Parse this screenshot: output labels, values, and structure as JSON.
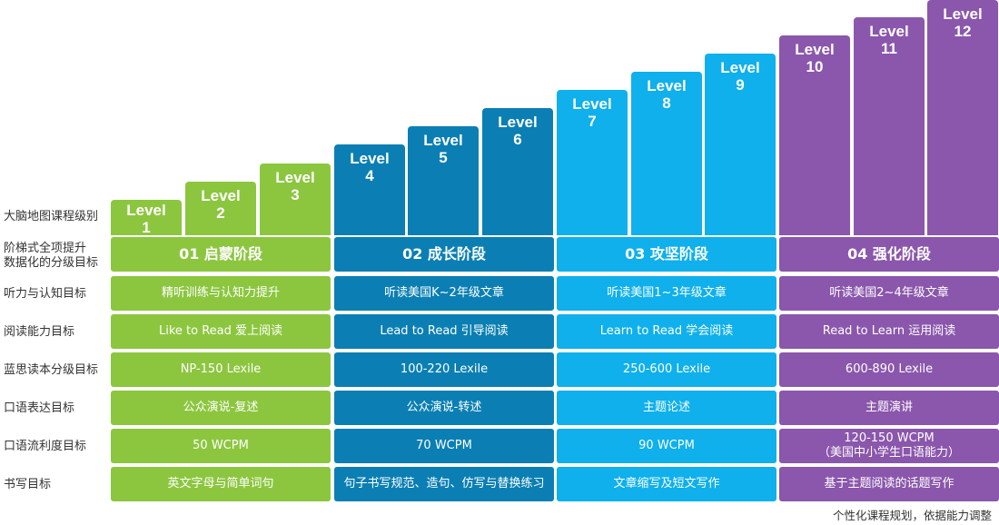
{
  "levels": [
    {
      "word": "Level",
      "num": "1"
    },
    {
      "word": "Level",
      "num": "2"
    },
    {
      "word": "Level",
      "num": "3"
    },
    {
      "word": "Level",
      "num": "4"
    },
    {
      "word": "Level",
      "num": "5"
    },
    {
      "word": "Level",
      "num": "6"
    },
    {
      "word": "Level",
      "num": "7"
    },
    {
      "word": "Level",
      "num": "8"
    },
    {
      "word": "Level",
      "num": "9"
    },
    {
      "word": "Level",
      "num": "10"
    },
    {
      "word": "Level",
      "num": "11"
    },
    {
      "word": "Level",
      "num": "12"
    }
  ],
  "row_labels": {
    "level": "大脑地图课程级别",
    "stage_line1": "阶梯式全项提升",
    "stage_line2": "数据化的分级目标",
    "listening": "听力与认知目标",
    "reading": "阅读能力目标",
    "lexile": "蓝思读本分级目标",
    "speaking": "口语表达目标",
    "fluency": "口语流利度目标",
    "writing": "书写目标"
  },
  "columns": [
    {
      "stage": "01 启蒙阶段",
      "listening": "精听训练与认知力提升",
      "reading": "Like to Read 爱上阅读",
      "lexile": "NP-150 Lexile",
      "speaking": "公众演说-复述",
      "fluency": "50 WCPM",
      "fluency_note": "",
      "writing": "英文字母与简单词句"
    },
    {
      "stage": "02 成长阶段",
      "listening": "听读美国K~2年级文章",
      "reading": "Lead to Read 引导阅读",
      "lexile": "100-220 Lexile",
      "speaking": "公众演说-转述",
      "fluency": "70 WCPM",
      "fluency_note": "",
      "writing": "句子书写规范、造句、仿写与替换练习"
    },
    {
      "stage": "03 攻坚阶段",
      "listening": "听读美国1~3年级文章",
      "reading": "Learn to Read 学会阅读",
      "lexile": "250-600 Lexile",
      "speaking": "主题论述",
      "fluency": "90 WCPM",
      "fluency_note": "",
      "writing": "文章缩写及短文写作"
    },
    {
      "stage": "04 强化阶段",
      "listening": "听读美国2~4年级文章",
      "reading": "Read to Learn 运用阅读",
      "lexile": "600-890 Lexile",
      "speaking": "主题演讲",
      "fluency": "120-150 WCPM",
      "fluency_note": "（美国中小学生口语能力）",
      "writing": "基于主题阅读的话题写作"
    }
  ],
  "colors": {
    "stage1": "#8cc63f",
    "stage2": "#0b7fb3",
    "stage3": "#0fb0ec",
    "stage4": "#8a57ac"
  },
  "footnote": "个性化课程规划，依据能力调整"
}
